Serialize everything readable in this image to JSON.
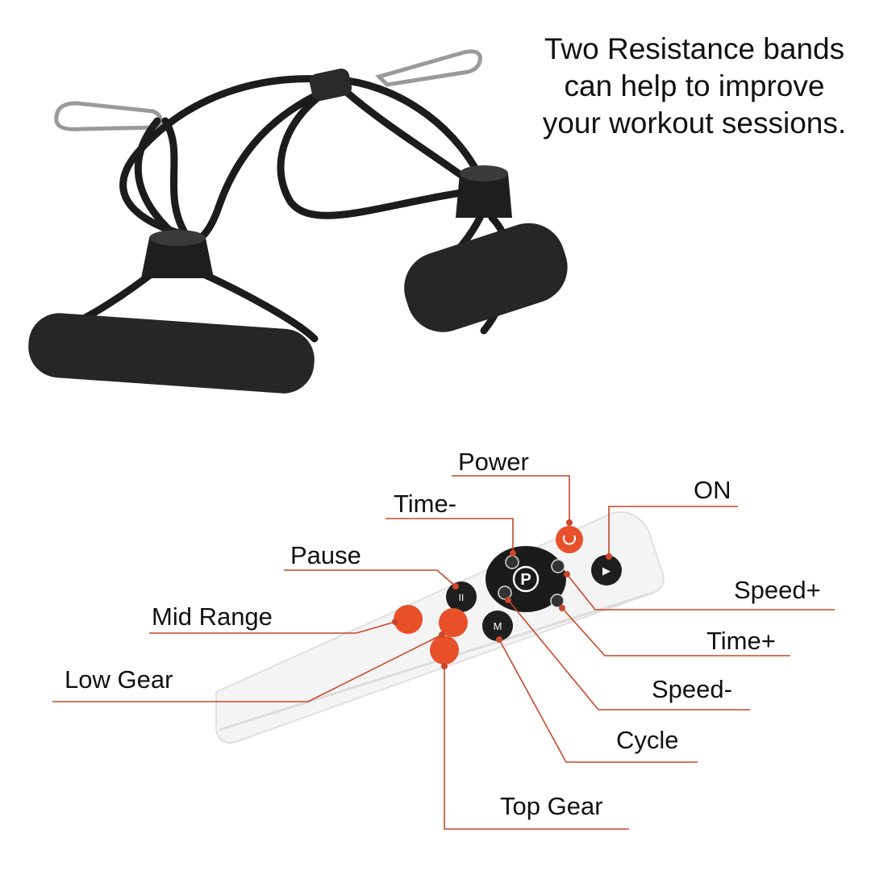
{
  "headline": {
    "lines": [
      "Two Resistance bands",
      "can help to improve",
      "your workout sessions."
    ]
  },
  "labels": {
    "power": "Power",
    "on": "ON",
    "time_minus": "Time-",
    "pause": "Pause",
    "speed_plus": "Speed+",
    "mid_range": "Mid Range",
    "time_plus": "Time+",
    "low_gear": "Low Gear",
    "speed_minus": "Speed-",
    "cycle": "Cycle",
    "top_gear": "Top Gear"
  },
  "remote": {
    "center_button": "P",
    "cycle_button": "M",
    "pause_button": "II",
    "on_button": "▶"
  },
  "colors": {
    "accent": "#e8502a",
    "leader_line": "#c9472a",
    "band": "#1a1a1a"
  }
}
